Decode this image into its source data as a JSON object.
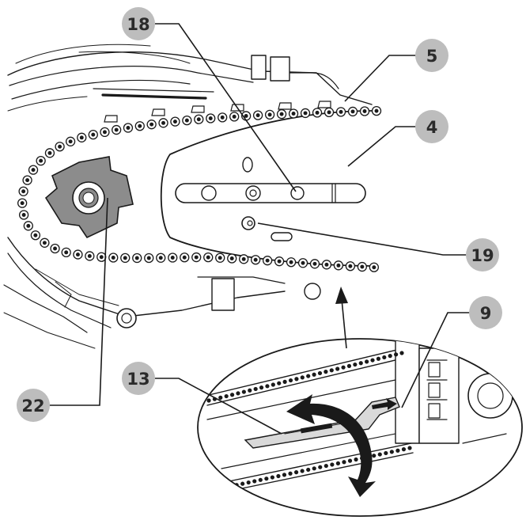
{
  "callouts": {
    "c18": "18",
    "c5": "5",
    "c4": "4",
    "c19": "19",
    "c9": "9",
    "c13": "13",
    "c22": "22"
  },
  "colors": {
    "badge": "#bdbdbd",
    "sprocket": "#8c8c8c",
    "ink": "#1a1a1a",
    "arrow": "#1a1a1a"
  },
  "icons": {
    "rotate": "curved-double-arrow-icon",
    "pointer": "up-arrow-icon"
  }
}
